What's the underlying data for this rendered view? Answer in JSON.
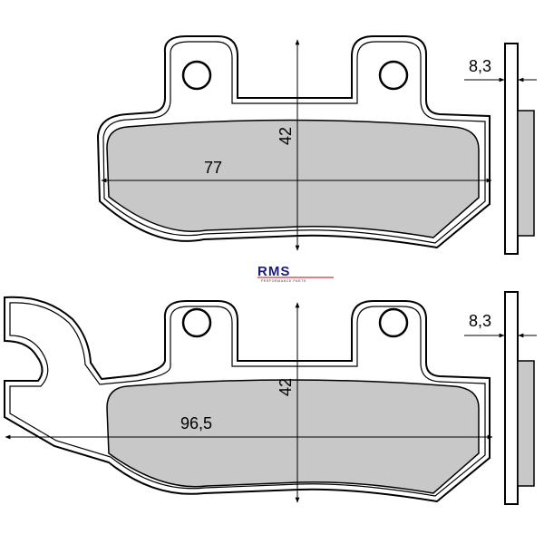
{
  "colors": {
    "background": "#ffffff",
    "outline": "#000000",
    "friction_material": "#c8c8c8",
    "logo_blue": "#1a1a7a",
    "logo_red": "#cc0000"
  },
  "logo": {
    "text": "RMS",
    "tagline": "PERFORMANCE PARTS"
  },
  "top_pad": {
    "width_label": "77",
    "height_label": "42",
    "thickness_label": "8,3"
  },
  "bottom_pad": {
    "width_label": "96,5",
    "height_label": "42",
    "thickness_label": "8,3"
  }
}
